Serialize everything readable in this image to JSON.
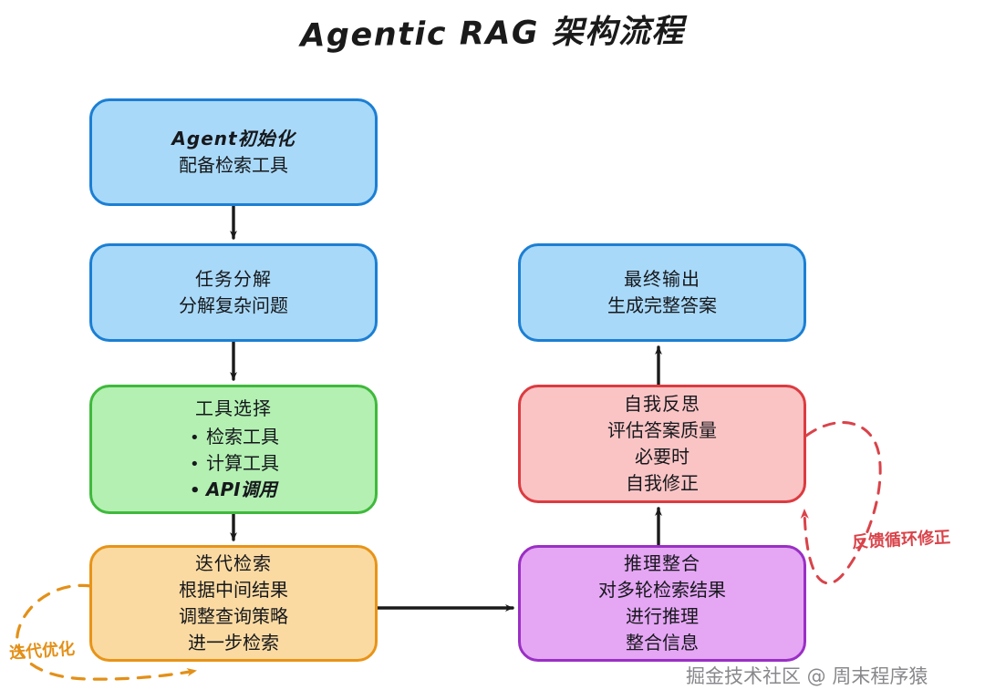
{
  "title": "Agentic RAG 架构流程",
  "colors": {
    "blue_fill": "#a9d9f8",
    "blue_border": "#1b7fd4",
    "green_fill": "#b3f0b2",
    "green_border": "#3fb93c",
    "orange_fill": "#fbdaa2",
    "orange_border": "#e89418",
    "pink_fill": "#fac4c5",
    "pink_border": "#dc3b40",
    "purple_fill": "#e5a6f4",
    "purple_border": "#9a2fc4",
    "arrow": "#1a1a1a"
  },
  "nodes": {
    "agent_init": {
      "lines": [
        "Agent初始化",
        "配备检索工具"
      ]
    },
    "task_decomp": {
      "lines": [
        "任务分解",
        "分解复杂问题"
      ]
    },
    "tool_select": {
      "header": "工具选择",
      "bullets": [
        "检索工具",
        "计算工具",
        "API调用"
      ]
    },
    "iter_search": {
      "lines": [
        "迭代检索",
        "根据中间结果",
        "调整查询策略",
        "进一步检索"
      ]
    },
    "final_output": {
      "lines": [
        "最终输出",
        "生成完整答案"
      ]
    },
    "self_reflect": {
      "lines": [
        "自我反思",
        "评估答案质量",
        "必要时",
        "自我修正"
      ]
    },
    "reasoning": {
      "lines": [
        "推理整合",
        "对多轮检索结果",
        "进行推理",
        "整合信息"
      ]
    }
  },
  "loops": {
    "iterate_label": "迭代优化",
    "feedback_label": "反馈循环修正"
  },
  "watermark": "掘金技术社区 @ 周末程序猿"
}
